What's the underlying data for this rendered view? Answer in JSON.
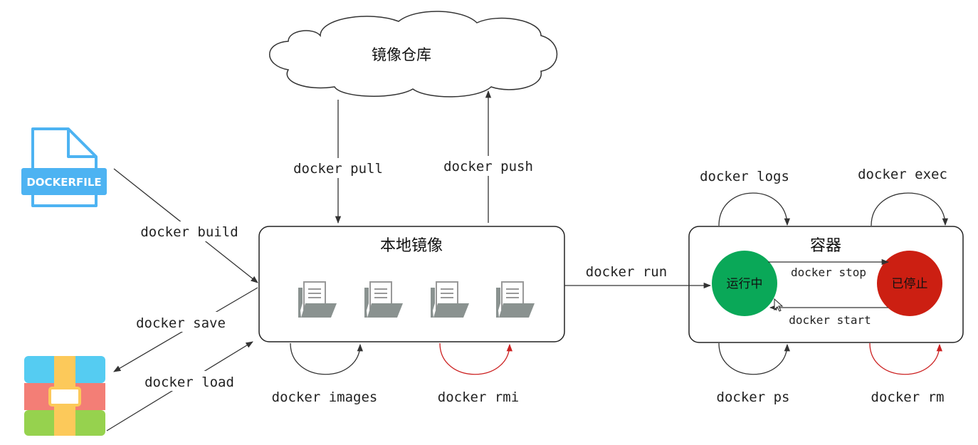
{
  "registry": {
    "label": "镜像仓库"
  },
  "local_images": {
    "label": "本地镜像"
  },
  "container": {
    "label": "容器"
  },
  "states": {
    "running": "运行中",
    "stopped": "已停止"
  },
  "dockerfile_icon": {
    "text": "DOCKERFILE",
    "icon": "dockerfile-icon"
  },
  "archive_icon": {
    "icon": "archive-icon"
  },
  "commands": {
    "pull": "docker pull",
    "push": "docker push",
    "build": "docker build",
    "save": "docker save",
    "load": "docker load",
    "images": "docker images",
    "rmi": "docker rmi",
    "run": "docker run",
    "logs": "docker logs",
    "exec": "docker exec",
    "stop": "docker stop",
    "start": "docker start",
    "ps": "docker ps",
    "rm": "docker rm"
  },
  "colors": {
    "running": "#0aa858",
    "stopped": "#cc1f12",
    "dockerfile": "#4db3f2",
    "rmi_rm_arrow": "#cc2222"
  }
}
